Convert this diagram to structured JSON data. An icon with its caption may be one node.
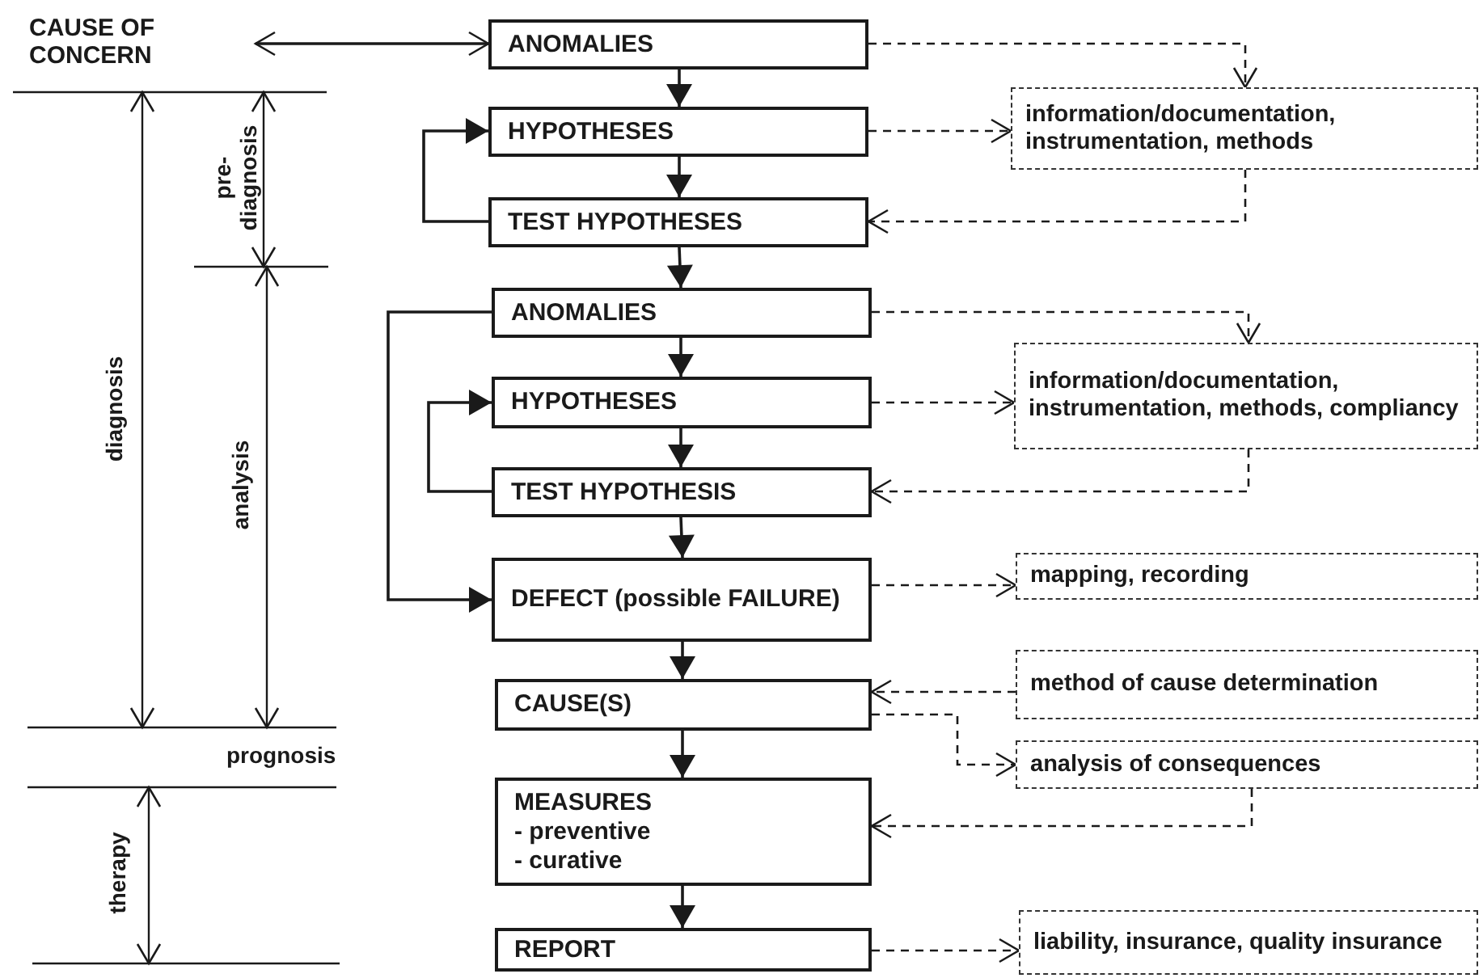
{
  "diagram": {
    "nodes": [
      {
        "text": [
          "ANOMALIES"
        ]
      },
      {
        "text": [
          "HYPOTHESES"
        ]
      },
      {
        "text": [
          "TEST HYPOTHESES"
        ]
      },
      {
        "text": [
          "ANOMALIES"
        ]
      },
      {
        "text": [
          "HYPOTHESES"
        ]
      },
      {
        "text": [
          "TEST HYPOTHESIS"
        ]
      },
      {
        "text": [
          "DEFECT (possible FAILURE)"
        ]
      },
      {
        "text": [
          "CAUSE(S)"
        ]
      },
      {
        "text": [
          "MEASURES",
          "- preventive",
          "- curative"
        ]
      },
      {
        "text": [
          "REPORT"
        ]
      },
      {
        "text": [
          "information/documentation, instrumentation, methods"
        ]
      },
      {
        "text": [
          "information/documentation, instrumentation, methods, compliancy"
        ]
      },
      {
        "text": [
          "mapping, recording"
        ]
      },
      {
        "text": [
          "method of cause determination"
        ]
      },
      {
        "text": [
          "analysis of consequences"
        ]
      },
      {
        "text": [
          "liability, insurance, quality insurance"
        ]
      },
      {
        "text": [
          "CAUSE OF CONCERN"
        ]
      }
    ],
    "edges": [
      {
        "from": 0,
        "to": 1,
        "arrow": "to"
      },
      {
        "from": 1,
        "to": 2,
        "arrow": "to"
      },
      {
        "from": 2,
        "to": 3,
        "arrow": "to"
      },
      {
        "from": 3,
        "to": 4,
        "arrow": "to"
      },
      {
        "from": 4,
        "to": 5,
        "arrow": "to"
      },
      {
        "from": 5,
        "to": 6,
        "arrow": "to"
      },
      {
        "from": 6,
        "to": 7,
        "arrow": "to"
      },
      {
        "from": 7,
        "to": 8,
        "arrow": "to"
      },
      {
        "from": 8,
        "to": 9,
        "arrow": "to"
      },
      {
        "from": 2,
        "to": 1,
        "arrow": "to"
      },
      {
        "from": 5,
        "to": 4,
        "arrow": "to"
      },
      {
        "from": 3,
        "to": 6,
        "arrow": "to"
      },
      {
        "from": 0,
        "to": 10,
        "arrow": "to",
        "style": "dashed"
      },
      {
        "from": 1,
        "to": 10,
        "arrow": "to",
        "style": "dashed"
      },
      {
        "from": 10,
        "to": 2,
        "arrow": "to",
        "style": "dashed"
      },
      {
        "from": 3,
        "to": 11,
        "arrow": "to",
        "style": "dashed"
      },
      {
        "from": 4,
        "to": 11,
        "arrow": "to",
        "style": "dashed"
      },
      {
        "from": 11,
        "to": 5,
        "arrow": "to",
        "style": "dashed"
      },
      {
        "from": 6,
        "to": 12,
        "arrow": "to",
        "style": "dashed"
      },
      {
        "from": 13,
        "to": 7,
        "arrow": "to",
        "style": "dashed"
      },
      {
        "from": 7,
        "to": 14,
        "arrow": "to",
        "style": "dashed"
      },
      {
        "from": 14,
        "to": 8,
        "arrow": "to",
        "style": "dashed"
      },
      {
        "from": 9,
        "to": 15,
        "arrow": "to",
        "style": "dashed"
      },
      {
        "from": 16,
        "to": 0,
        "arrow": "both"
      }
    ],
    "labels": [
      "pre- diagnosis",
      "diagnosis",
      "analysis",
      "prognosis",
      "therapy"
    ]
  }
}
